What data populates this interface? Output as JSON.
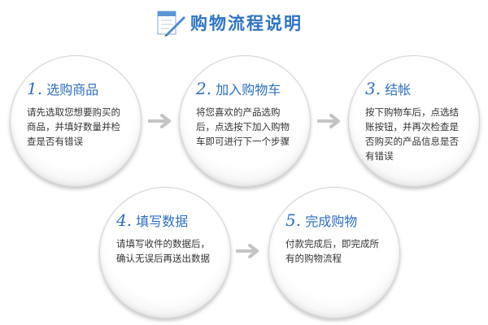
{
  "header": {
    "title": "购物流程说明",
    "icon": "pen-document-icon",
    "accent_color": "#2f73c5"
  },
  "steps": [
    {
      "number": "1.",
      "title": "选购商品",
      "desc": "请先选取您想要购买的商品，并填好数量并检查是否有错误"
    },
    {
      "number": "2.",
      "title": "加入购物车",
      "desc": "将您喜欢的产品选购后，点选按下加入购物车即可进行下一个步骤"
    },
    {
      "number": "3.",
      "title": "结帐",
      "desc": "按下购物车后，点选结账按钮，并再次检查是否购买的产品信息是否有错误"
    },
    {
      "number": "4.",
      "title": "填写数据",
      "desc": "请填写收件的数据后，确认无误后再送出数据"
    },
    {
      "number": "5.",
      "title": "完成购物",
      "desc": "付款完成后，即完成所有的购物流程"
    }
  ],
  "arrow_color": "#c4c4c4"
}
